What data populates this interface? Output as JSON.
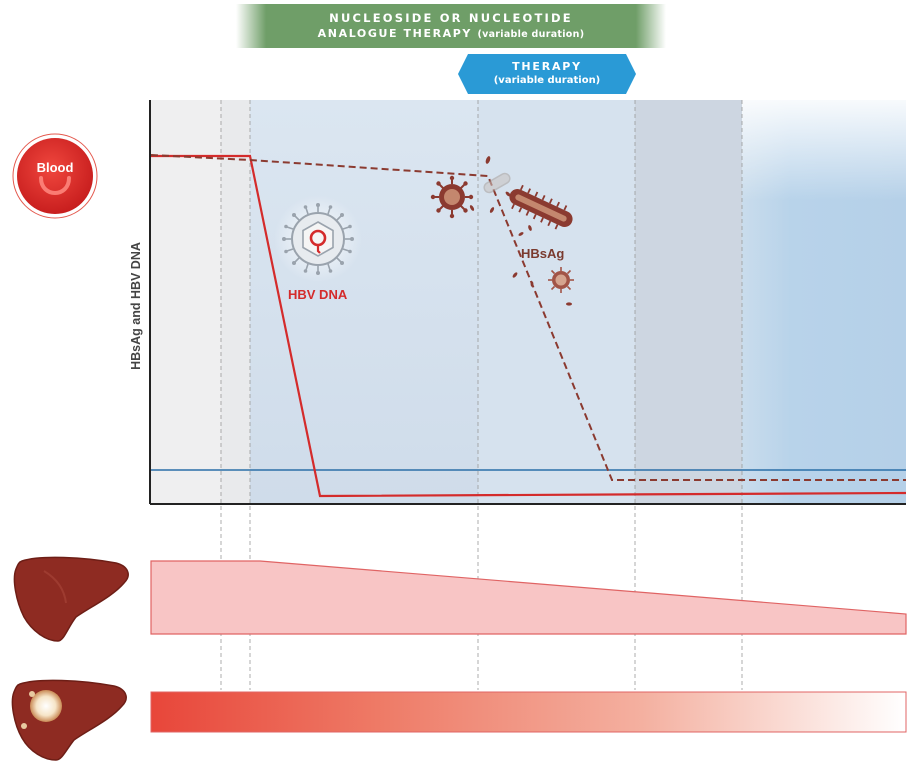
{
  "banners": {
    "green_line1": "NUCLEOSIDE OR NUCLEOTIDE",
    "green_line2": "ANALOGUE THERAPY",
    "green_line2_small": "(variable duration)",
    "blue_line1": "THERAPY",
    "blue_line2": "(variable duration)"
  },
  "blood_label": "Blood",
  "y_axis_label": "HBsAg and HBV DNA",
  "labels": {
    "hbv_dna": "HBV DNA",
    "hbsag": "HBsAg"
  },
  "icons": {
    "blood": "blood-drop-icon",
    "liver": "liver-icon",
    "liver_tumor": "liver-tumor-icon",
    "hbv_virus": "hbv-virion-icon",
    "hbsag_particles": "hbsag-particle-icon"
  },
  "colors": {
    "green_banner": "#6f9e68",
    "blue_banner": "#2a9ad6",
    "hbv_dna_line": "#d42b2b",
    "hbsag_line": "#8b3a30",
    "detection_limit_line": "#2a6fa8",
    "liver": "#8e2b22"
  }
}
